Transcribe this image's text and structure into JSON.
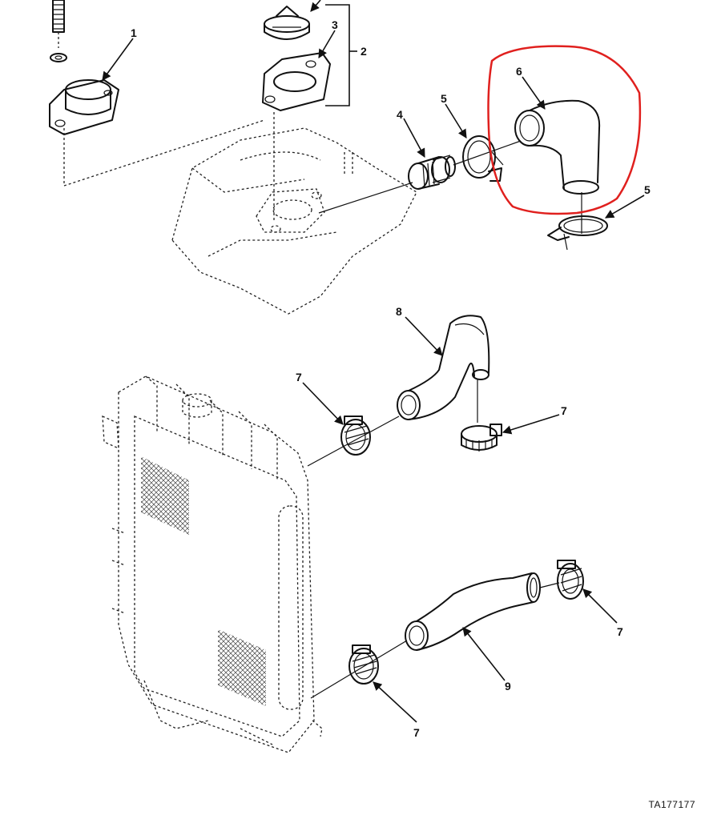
{
  "callouts": {
    "c1": "1",
    "c2": "2",
    "c3": "3",
    "c4": "4",
    "c5a": "5",
    "c5b": "5",
    "c6": "6",
    "c7a": "7",
    "c7b": "7",
    "c7c": "7",
    "c7d": "7",
    "c8": "8",
    "c9": "9"
  },
  "figure_id": "TA177177",
  "colors": {
    "line": "#111111",
    "highlight": "#e0201e",
    "background": "#ffffff"
  }
}
